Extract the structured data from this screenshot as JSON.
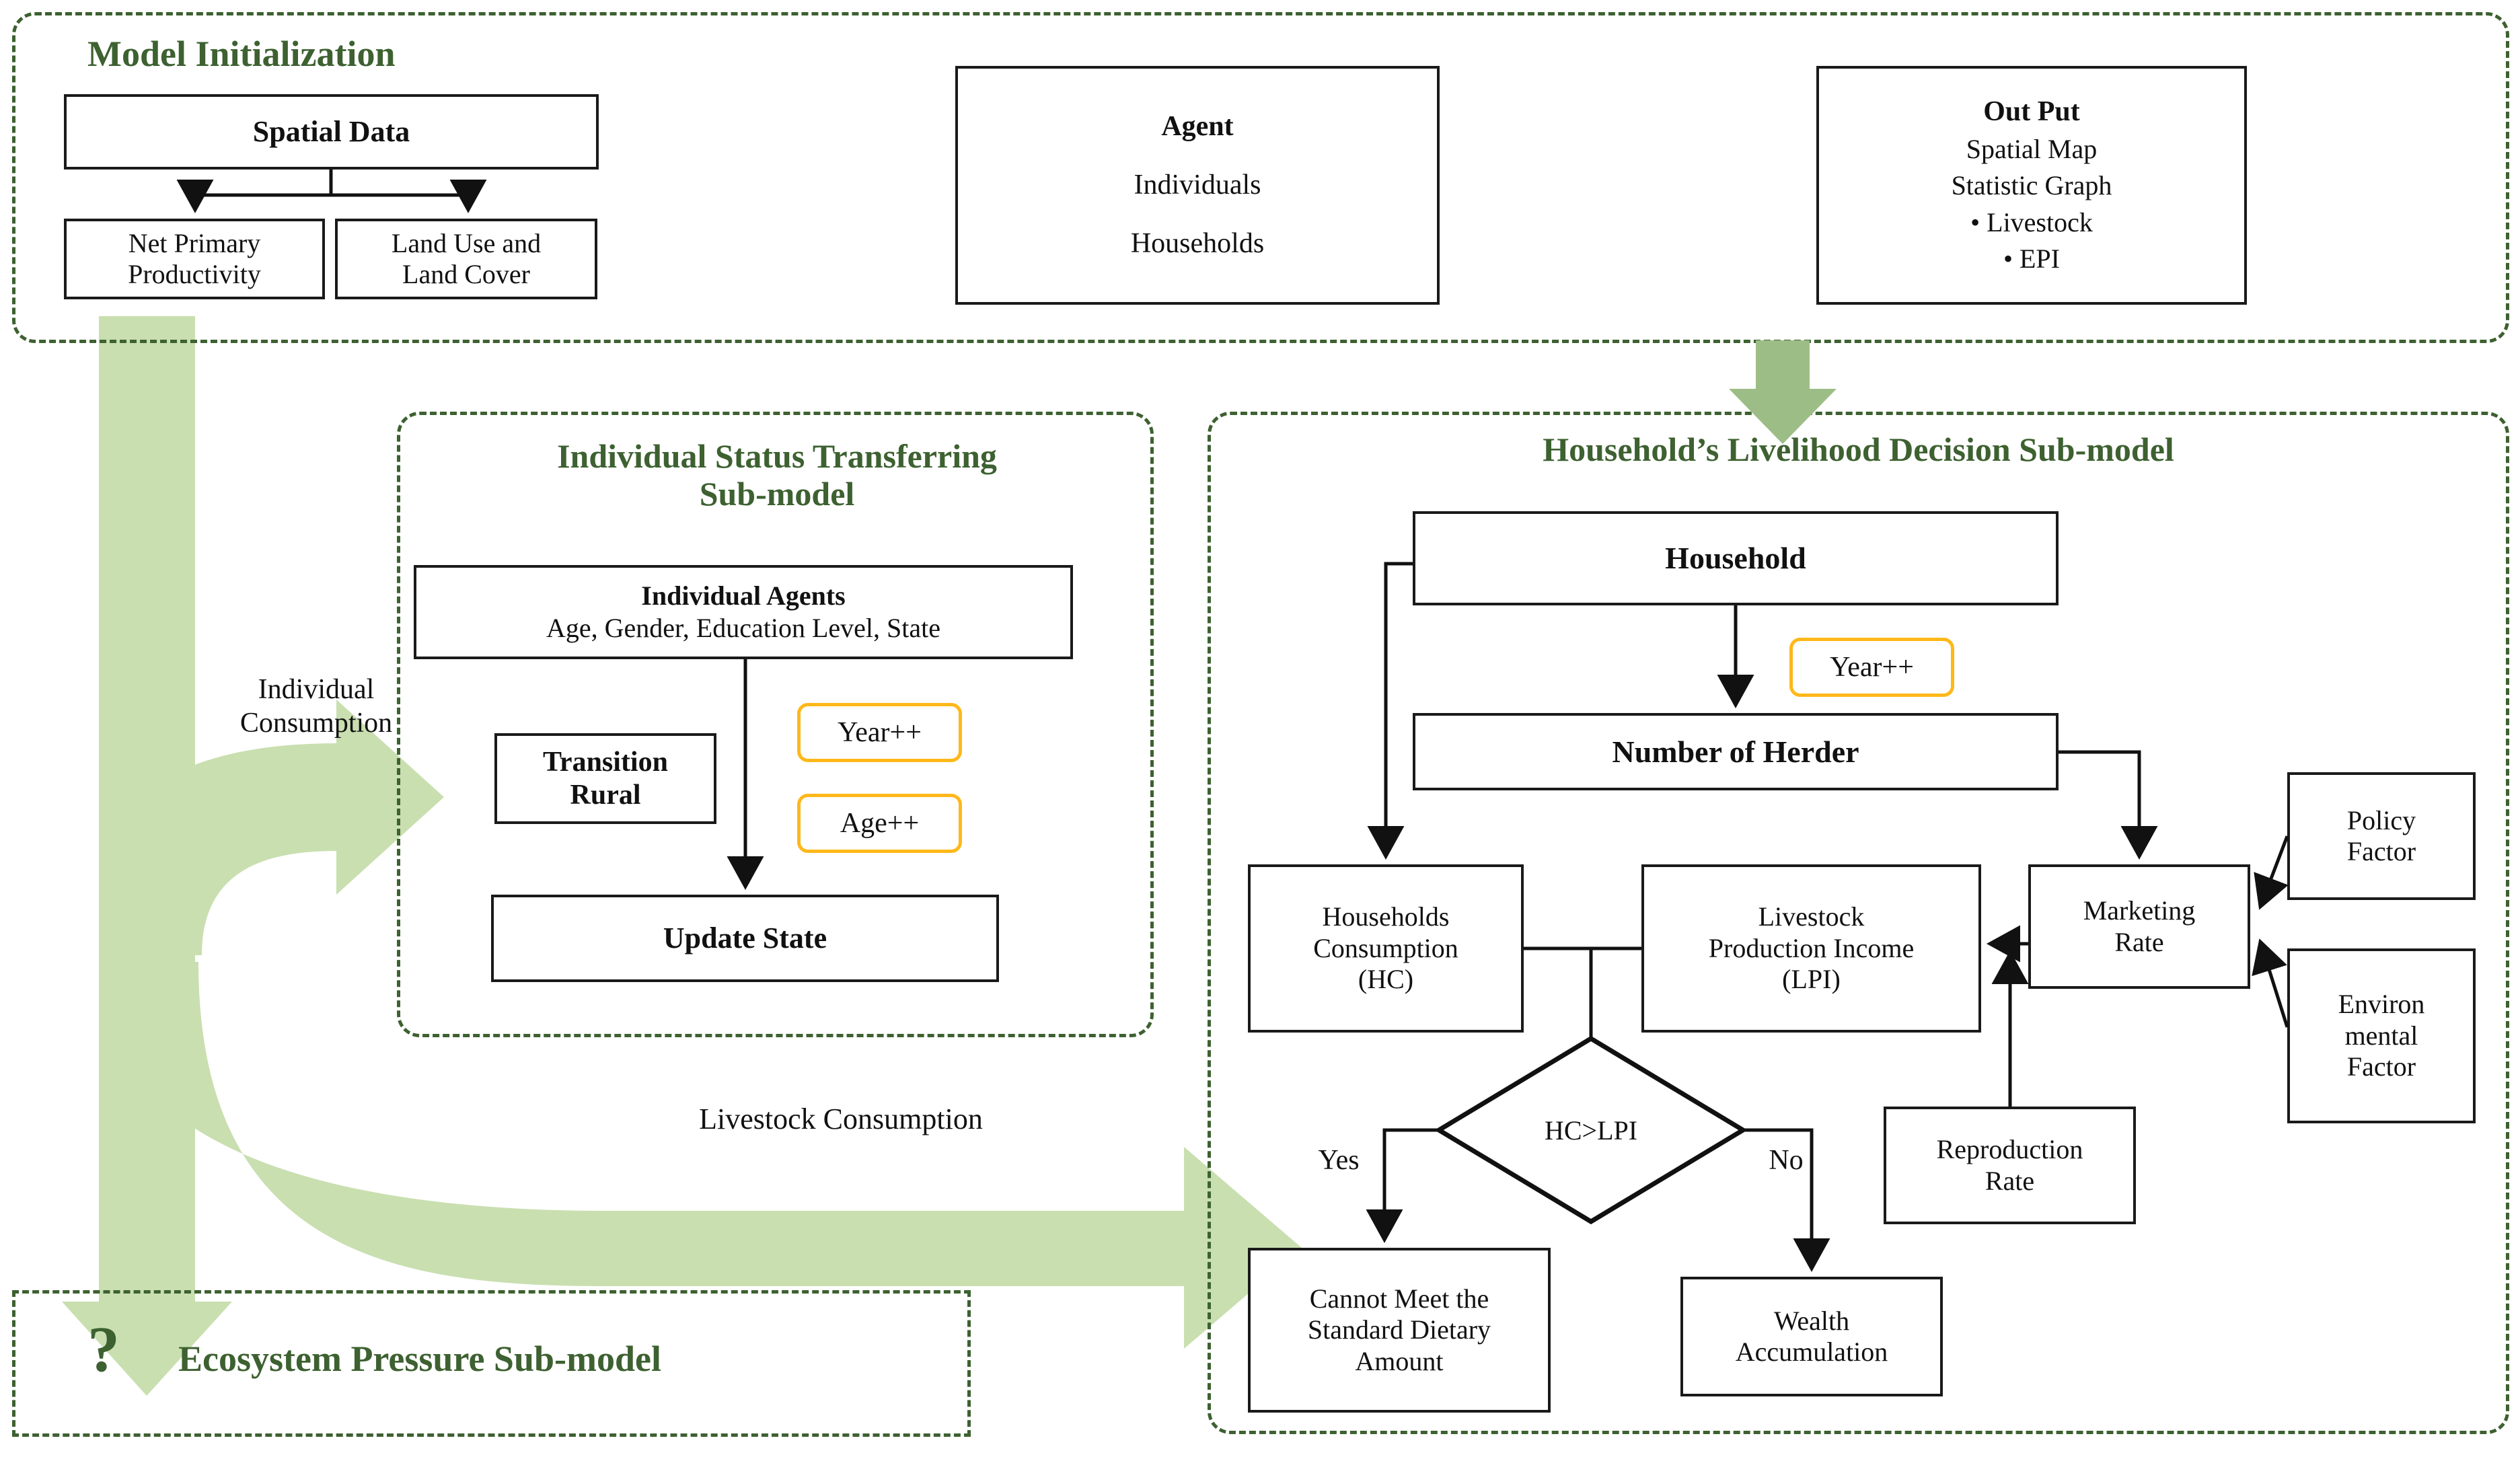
{
  "colors": {
    "section_title_green": "#3d6130",
    "dashed_border_green": "#3d6130",
    "pale_arrow_green": "#c9dfb0",
    "solid_arrow_green": "#9dbd86",
    "badge_amber": "#FFB81A",
    "box_border": "#1a1a1a"
  },
  "sections": {
    "model_initialization": {
      "title": "Model Initialization"
    },
    "individual_status": {
      "title_line1": "Individual Status Transferring",
      "title_line2": "Sub-model"
    },
    "household_livelihood": {
      "title": "Household’s Livelihood Decision Sub-model"
    },
    "ecosystem_pressure": {
      "title": "Ecosystem Pressure Sub-model",
      "marker": "?"
    }
  },
  "boxes": {
    "spatial_data": "Spatial Data",
    "net_primary_productivity": "Net Primary\nProductivity",
    "land_use_land_cover": "Land Use and\nLand Cover",
    "agent_title": "Agent",
    "agent_item1": "Individuals",
    "agent_item2": "Households",
    "output_title": "Out Put",
    "output_line1": "Spatial Map",
    "output_line2": "Statistic Graph",
    "output_bullet1": "• Livestock",
    "output_bullet2": "• EPI",
    "individual_agents_title": "Individual Agents",
    "individual_agents_attrs": "Age, Gender, Education Level, State",
    "transition_rural": "Transition\nRural",
    "update_state": "Update State",
    "household": "Household",
    "number_of_herder": "Number of Herder",
    "households_consumption": "Households\nConsumption\n(HC)",
    "livestock_production_income": "Livestock\nProduction  Income\n(LPI)",
    "marketing_rate": "Marketing\nRate",
    "policy_factor": "Policy\nFactor",
    "environmental_factor": "Environ\nmental\nFactor",
    "reproduction_rate": "Reproduction\nRate",
    "cannot_meet": "Cannot Meet the\nStandard Dietary\nAmount",
    "wealth_accumulation": "Wealth\nAccumulation",
    "decision_hc_lpi": "HC>LPI"
  },
  "badges": {
    "year_pp_left": "Year++",
    "age_pp_left": "Age++",
    "year_pp_right": "Year++"
  },
  "edge_labels": {
    "yes": "Yes",
    "no": "No",
    "individual_consumption": "Individual\nConsumption",
    "livestock_consumption": "Livestock Consumption"
  }
}
